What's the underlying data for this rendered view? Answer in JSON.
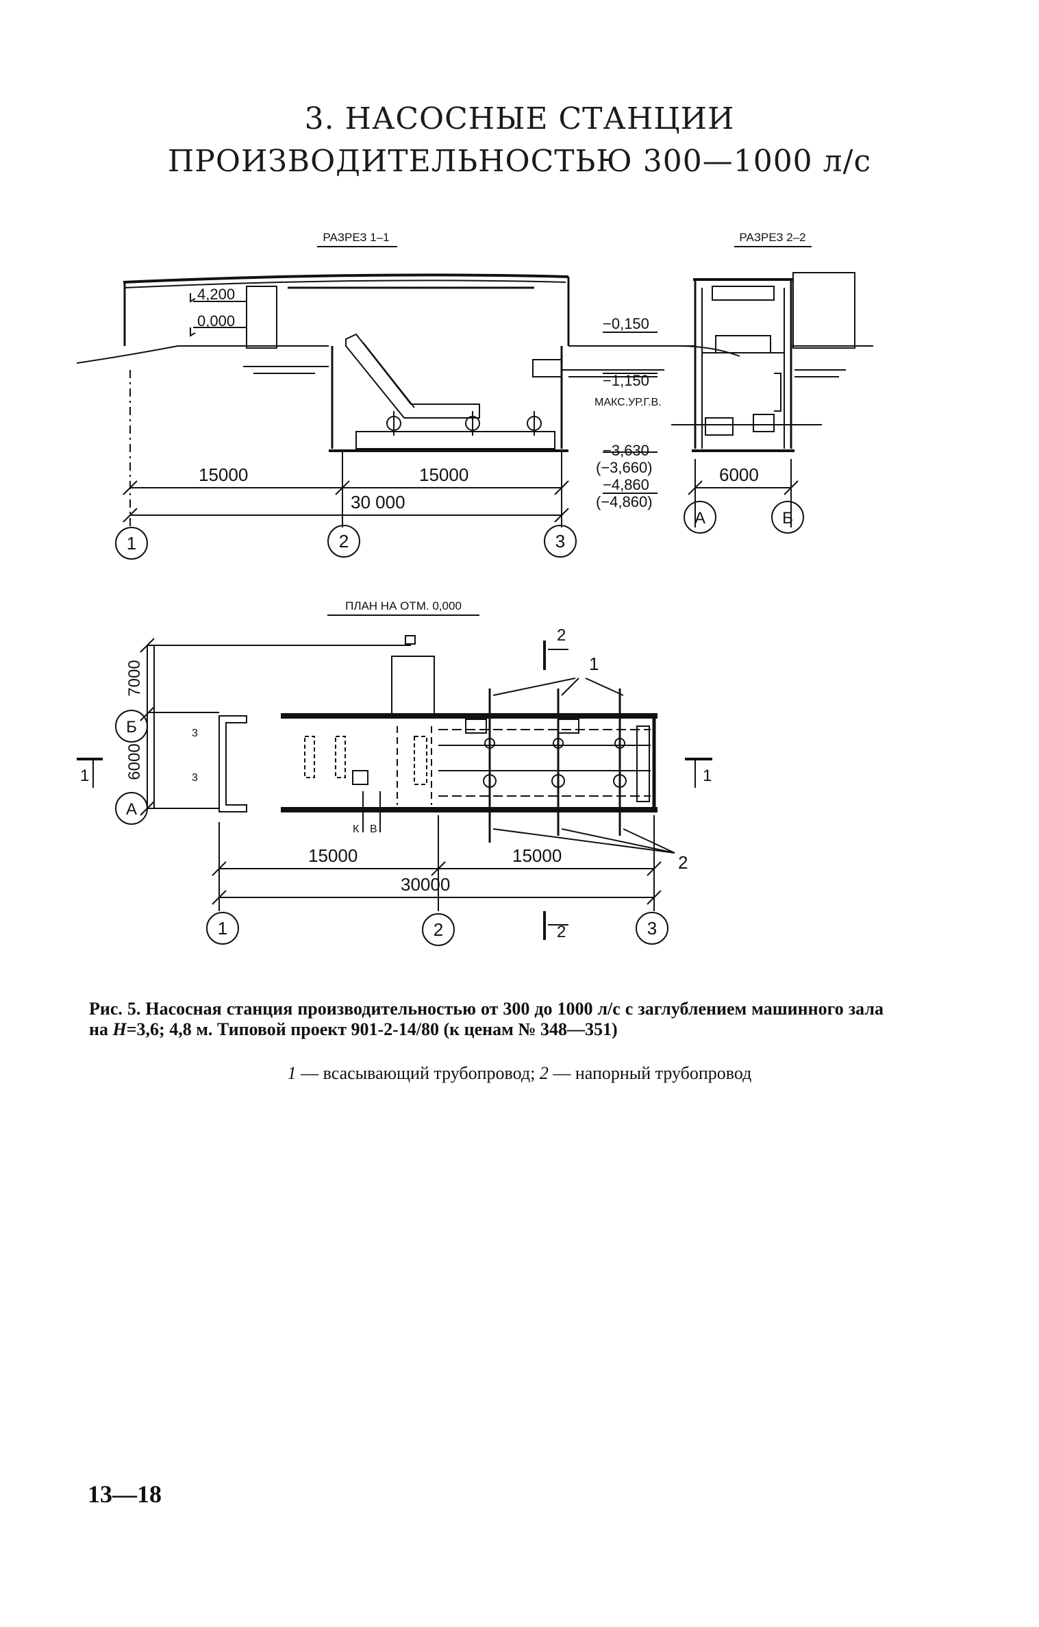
{
  "heading": {
    "line1": "3. НАСОСНЫЕ СТАНЦИИ",
    "line2": "ПРОИЗВОДИТЕЛЬНОСТЬЮ 300—1000 л/с"
  },
  "section_1_1": {
    "title": "РАЗРЕЗ 1–1",
    "levels": [
      "4,200",
      "0,000",
      "−0,150",
      "−1,150",
      "−3,630",
      "(−3,660)",
      "−4,860",
      "(−4,860)"
    ],
    "max_gw_label": "МАКС.УР.Г.В.",
    "dims": [
      "15000",
      "15000",
      "30 000"
    ],
    "axes": [
      "1",
      "2",
      "3"
    ]
  },
  "section_2_2": {
    "title": "РАЗРЕЗ 2–2",
    "dims": [
      "6000"
    ],
    "axes": [
      "А",
      "Б"
    ]
  },
  "plan": {
    "title": "ПЛАН НА ОТМ. 0,000",
    "dims_vertical": [
      "7000",
      "6000"
    ],
    "dims_horizontal": [
      "15000",
      "15000",
      "30000"
    ],
    "axes_rows": [
      "Б",
      "А"
    ],
    "axes_cols": [
      "1",
      "2",
      "3"
    ],
    "cut_1": "1",
    "cut_2": "2",
    "leader_1": "1",
    "leader_2": "2",
    "small_labels": [
      "3",
      "3",
      "К",
      "В"
    ]
  },
  "caption": {
    "part1": "Рис. 5. Насосная станция производительностью от 300 до 1000 л/с с заглублением машинного зала на ",
    "h_symbol": "Н",
    "part2": "=3,6; 4,8 м. Типовой проект 901-2-14/80 (к ценам № 348—351)"
  },
  "legend": {
    "n1": "1",
    "t1": " — всасывающий трубопровод; ",
    "n2": "2",
    "t2": " — напорный трубопровод"
  },
  "page_number": "13—18"
}
